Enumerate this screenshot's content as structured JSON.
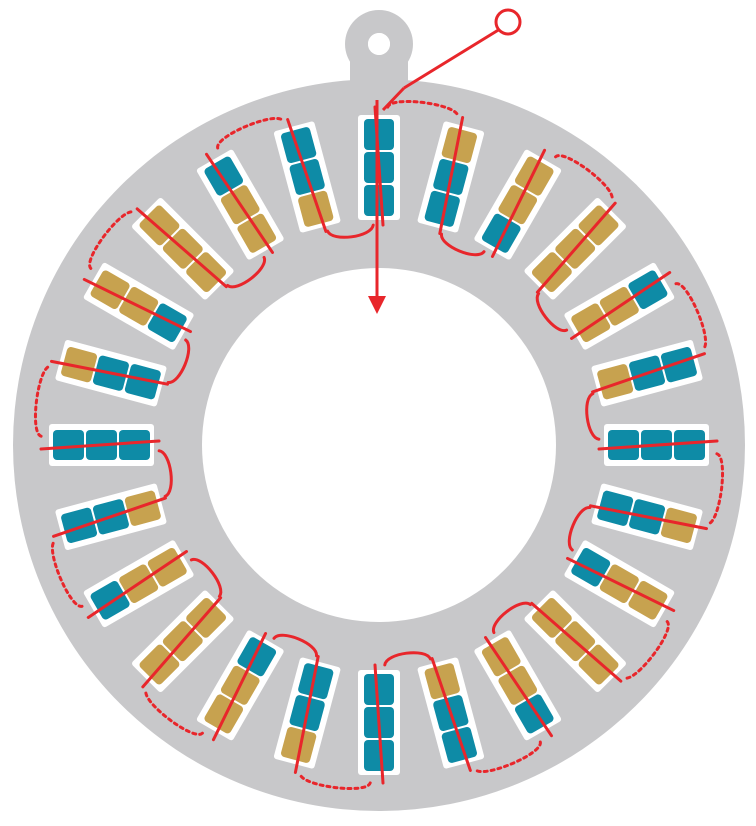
{
  "diagram": {
    "slot_count": 24,
    "cells_per_slot": 3,
    "slots": [
      [
        "teal",
        "teal",
        "teal"
      ],
      [
        "gold",
        "teal",
        "teal"
      ],
      [
        "gold",
        "gold",
        "teal"
      ],
      [
        "gold",
        "gold",
        "gold"
      ],
      [
        "teal",
        "gold",
        "gold"
      ],
      [
        "teal",
        "teal",
        "gold"
      ],
      [
        "teal",
        "teal",
        "teal"
      ],
      [
        "gold",
        "teal",
        "teal"
      ],
      [
        "gold",
        "gold",
        "teal"
      ],
      [
        "gold",
        "gold",
        "gold"
      ],
      [
        "teal",
        "gold",
        "gold"
      ],
      [
        "teal",
        "teal",
        "gold"
      ],
      [
        "teal",
        "teal",
        "teal"
      ],
      [
        "gold",
        "teal",
        "teal"
      ],
      [
        "gold",
        "gold",
        "teal"
      ],
      [
        "gold",
        "gold",
        "gold"
      ],
      [
        "teal",
        "gold",
        "gold"
      ],
      [
        "teal",
        "teal",
        "gold"
      ],
      [
        "teal",
        "teal",
        "teal"
      ],
      [
        "gold",
        "teal",
        "teal"
      ],
      [
        "gold",
        "gold",
        "teal"
      ],
      [
        "gold",
        "gold",
        "gold"
      ],
      [
        "teal",
        "gold",
        "gold"
      ],
      [
        "teal",
        "teal",
        "gold"
      ]
    ],
    "colors": {
      "core": "#c8c8ca",
      "slot_liner": "#ffffff",
      "teal": "#0e8ba6",
      "gold": "#c7a24f",
      "wire": "#e8262b",
      "background": "#ffffff"
    },
    "wire": {
      "start_terminal": "open-circle",
      "end": "arrow",
      "crossover_style": "dotted"
    }
  }
}
